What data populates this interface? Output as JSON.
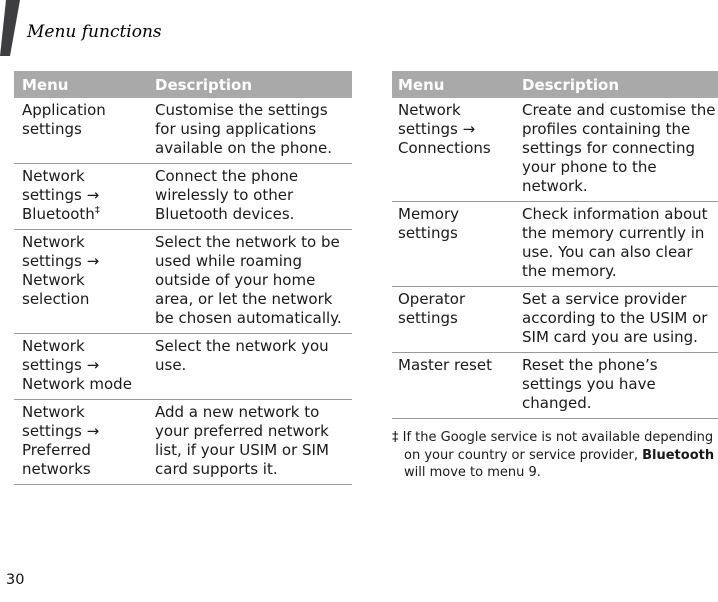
{
  "page": {
    "section_title": "Menu functions",
    "page_number": "30"
  },
  "colors": {
    "table_header_bg": "#a9a9a9",
    "table_header_text": "#ffffff",
    "row_separator": "#999999",
    "corner_stripe": "#3e3e40",
    "body_text": "#1a1a1a"
  },
  "left_table": {
    "headers": {
      "menu": "Menu",
      "description": "Description"
    },
    "rows": [
      {
        "menu": "Application settings",
        "desc": "Customise the settings for using applications available on the phone."
      },
      {
        "menu": "Network settings → Bluetooth",
        "menu_sup": "‡",
        "desc": "Connect the phone wirelessly to other Bluetooth devices."
      },
      {
        "menu": "Network settings → Network selection",
        "desc": "Select the network to be used while roaming outside of your home area, or let the network be chosen automatically."
      },
      {
        "menu": "Network settings → Network mode",
        "desc": "Select the network you use."
      },
      {
        "menu": "Network settings → Preferred networks",
        "desc": "Add a new network to your preferred network list, if your USIM or SIM card supports it."
      }
    ]
  },
  "right_table": {
    "headers": {
      "menu": "Menu",
      "description": "Description"
    },
    "rows": [
      {
        "menu": "Network settings → Connections",
        "desc": "Create and customise the profiles containing the settings for connecting your phone to the network."
      },
      {
        "menu": "Memory settings",
        "desc": "Check information about the memory currently in use. You can also clear the memory."
      },
      {
        "menu": "Operator settings",
        "desc": "Set a service provider according to the USIM or SIM card you are using."
      },
      {
        "menu": "Master reset",
        "desc": "Reset the phone’s settings you have changed."
      }
    ]
  },
  "footnote": {
    "marker": "‡",
    "text_before": "If the Google service is not available depending on your country or service provider, ",
    "bold_text": "Bluetooth",
    "text_after": " will move to menu 9."
  }
}
